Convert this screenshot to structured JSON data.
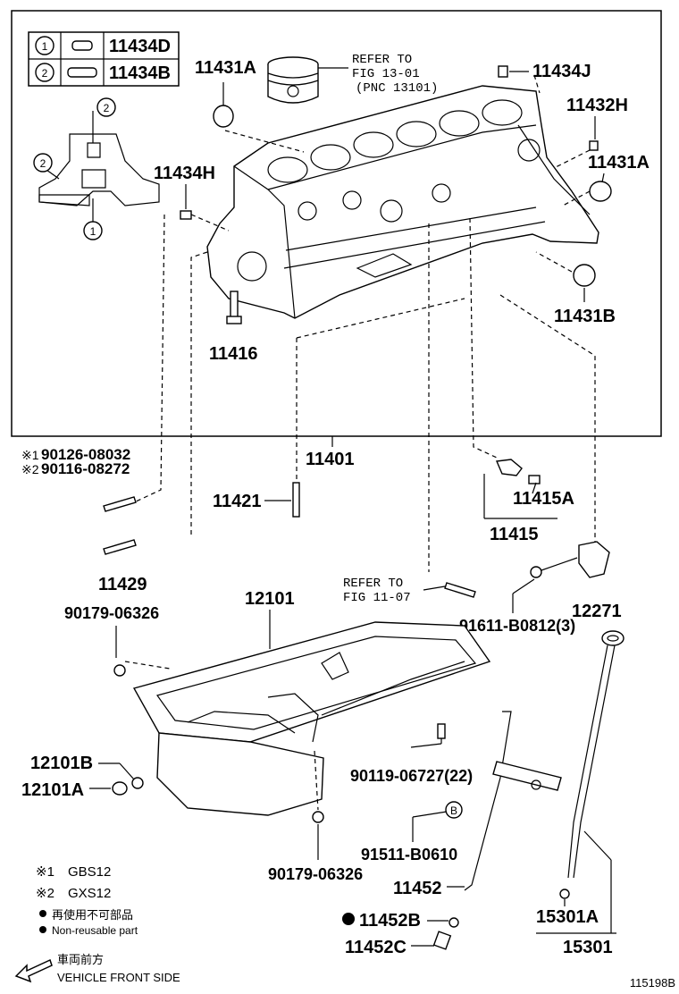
{
  "legend_box": {
    "rows": [
      {
        "num": "1",
        "part": "11434D"
      },
      {
        "num": "2",
        "part": "11434B"
      }
    ],
    "callout_1": "1",
    "callout_2": "2"
  },
  "reference_piston": {
    "line1": "REFER TO",
    "line2": "FIG 13-01",
    "line3": "(PNC 13101)"
  },
  "reference_oilpump": {
    "line1": "REFER TO",
    "line2": "FIG 11-07"
  },
  "labels": {
    "p11431A_top": "11431A",
    "p11434J": "11434J",
    "p11432H": "11432H",
    "p11431A_right": "11431A",
    "p11434H": "11434H",
    "p11416": "11416",
    "p11431B": "11431B",
    "p11401": "11401",
    "p90126": "90126-08032",
    "p90116": "90116-08272",
    "mark1": "※1",
    "mark2": "※2",
    "p11421": "11421",
    "p11415A": "11415A",
    "p11415": "11415",
    "p11429": "11429",
    "p12101": "12101",
    "p90179_top": "90179-06326",
    "p12271": "12271",
    "p91611": "91611-B0812(3)",
    "p12101B": "12101B",
    "p12101A": "12101A",
    "p90119": "90119-06727(22)",
    "circB": "B",
    "p91511": "91511-B0610",
    "p90179_bottom": "90179-06326",
    "p11452": "11452",
    "p15301A": "15301A",
    "p11452B": "11452B",
    "p11452C": "11452C",
    "p15301": "15301"
  },
  "notes": {
    "n1_mark": "※1",
    "n1_code": "GBS12",
    "n2_mark": "※2",
    "n2_code": "GXS12",
    "n3": "再使用不可部品",
    "n4": "Non-reusable part",
    "n5": "車両前方",
    "n6": "VEHICLE FRONT SIDE"
  },
  "figure_id": "115198B"
}
